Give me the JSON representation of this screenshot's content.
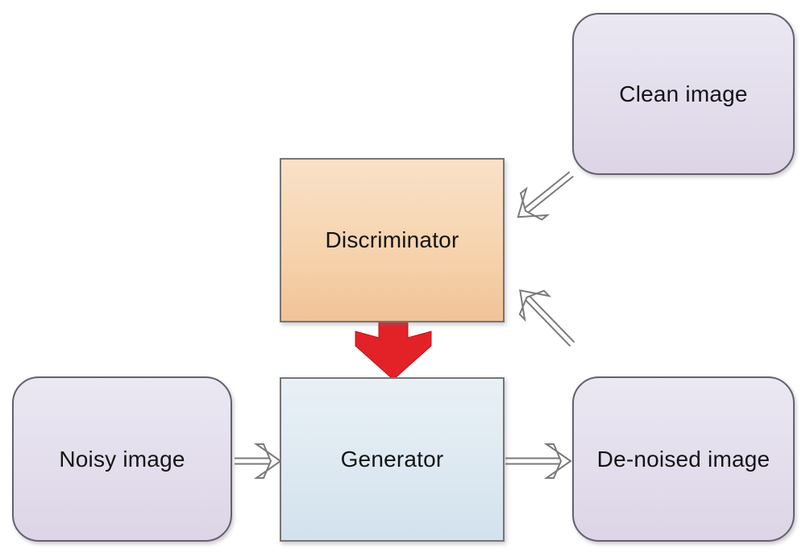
{
  "diagram": {
    "type": "flow-diagram",
    "description": "GAN-based image de-noising architecture block diagram",
    "nodes": [
      {
        "id": "clean-image",
        "label": "Clean image",
        "shape": "rounded-rectangle",
        "fill_top": "#ebe8f2",
        "fill_bottom": "#ddd5e6",
        "border": "#62626c"
      },
      {
        "id": "discriminator",
        "label": "Discriminator",
        "shape": "rectangle",
        "fill_top": "#f9e1c7",
        "fill_bottom": "#f1c397",
        "border": "#757575"
      },
      {
        "id": "noisy-image",
        "label": "Noisy image",
        "shape": "rounded-rectangle",
        "fill_top": "#ebe8f2",
        "fill_bottom": "#ddd5e6",
        "border": "#62626c"
      },
      {
        "id": "generator",
        "label": "Generator",
        "shape": "rectangle",
        "fill_top": "#e9f0f6",
        "fill_bottom": "#d2e2ee",
        "border": "#757575"
      },
      {
        "id": "de-noised-image",
        "label": "De-noised image",
        "shape": "rounded-rectangle",
        "fill_top": "#ebe8f2",
        "fill_bottom": "#ddd5e6",
        "border": "#62626c"
      }
    ],
    "edges": [
      {
        "from": "clean-image",
        "to": "discriminator",
        "style": "outline-arrow",
        "direction": "down-left"
      },
      {
        "from": "generator",
        "to": "discriminator",
        "style": "outline-arrow",
        "direction": "up-left"
      },
      {
        "from": "discriminator",
        "to": "generator",
        "style": "solid-block-arrow",
        "direction": "down"
      },
      {
        "from": "noisy-image",
        "to": "generator",
        "style": "outline-arrow",
        "direction": "right"
      },
      {
        "from": "generator",
        "to": "de-noised-image",
        "style": "outline-arrow",
        "direction": "right"
      }
    ],
    "colors": {
      "background": "#ffffff",
      "red_arrow": "#e32228",
      "arrow_outline": "#7a7a7a",
      "text": "#141414"
    }
  }
}
